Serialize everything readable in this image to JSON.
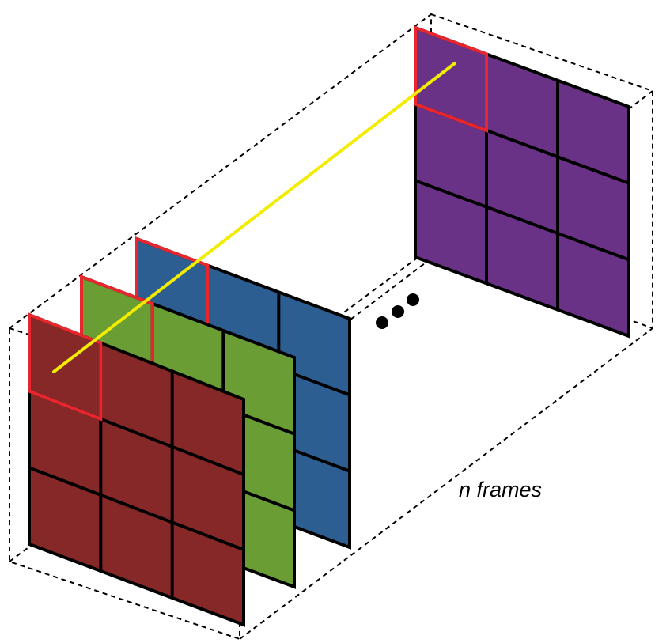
{
  "frames_label": "n frames",
  "colors": {
    "frame_1": "#862828",
    "frame_2": "#6a9e34",
    "frame_3": "#2d5e91",
    "frame_n": "#6a3287",
    "highlight_cell": "#e8262d",
    "track_line": "#f2ec00"
  },
  "grid": {
    "rows": 3,
    "cols": 3
  }
}
